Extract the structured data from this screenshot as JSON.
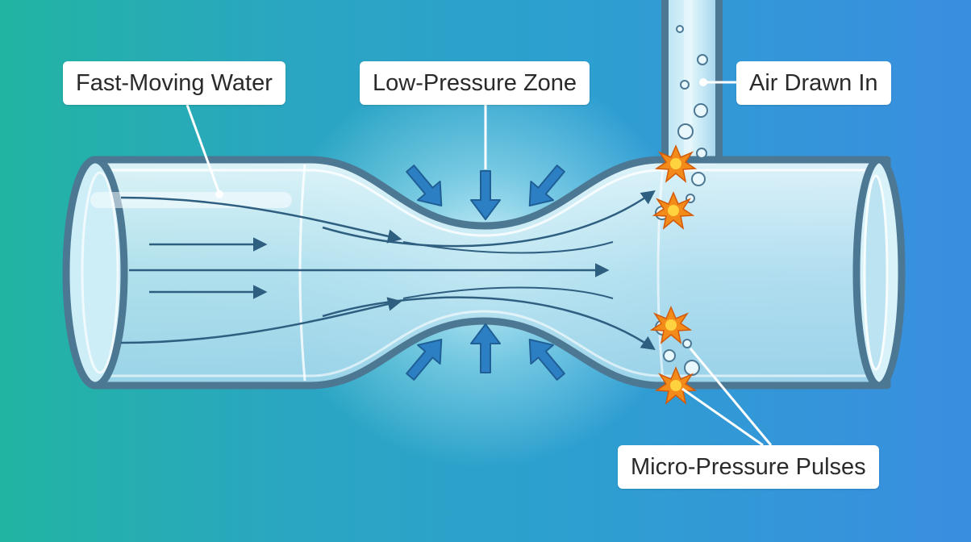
{
  "labels": {
    "fast_moving_water": "Fast-Moving Water",
    "low_pressure_zone": "Low-Pressure Zone",
    "air_drawn_in": "Air Drawn In",
    "micro_pressure_pulses": "Micro-Pressure Pulses"
  },
  "colors": {
    "background_left": "#22b4a2",
    "background_right": "#3a8ee0",
    "pipe_wall": "#4d7894",
    "pipe_fill": "#cfeef6",
    "flow_arrow": "#2f5f80",
    "pressure_arrow": "#2d7fc4",
    "pulse_burst": "#f28b1a",
    "leader_line": "#ffffff"
  },
  "icons": [
    "flow-arrow-icon",
    "pressure-arrow-icon",
    "air-bubble-icon",
    "pulse-burst-icon"
  ]
}
